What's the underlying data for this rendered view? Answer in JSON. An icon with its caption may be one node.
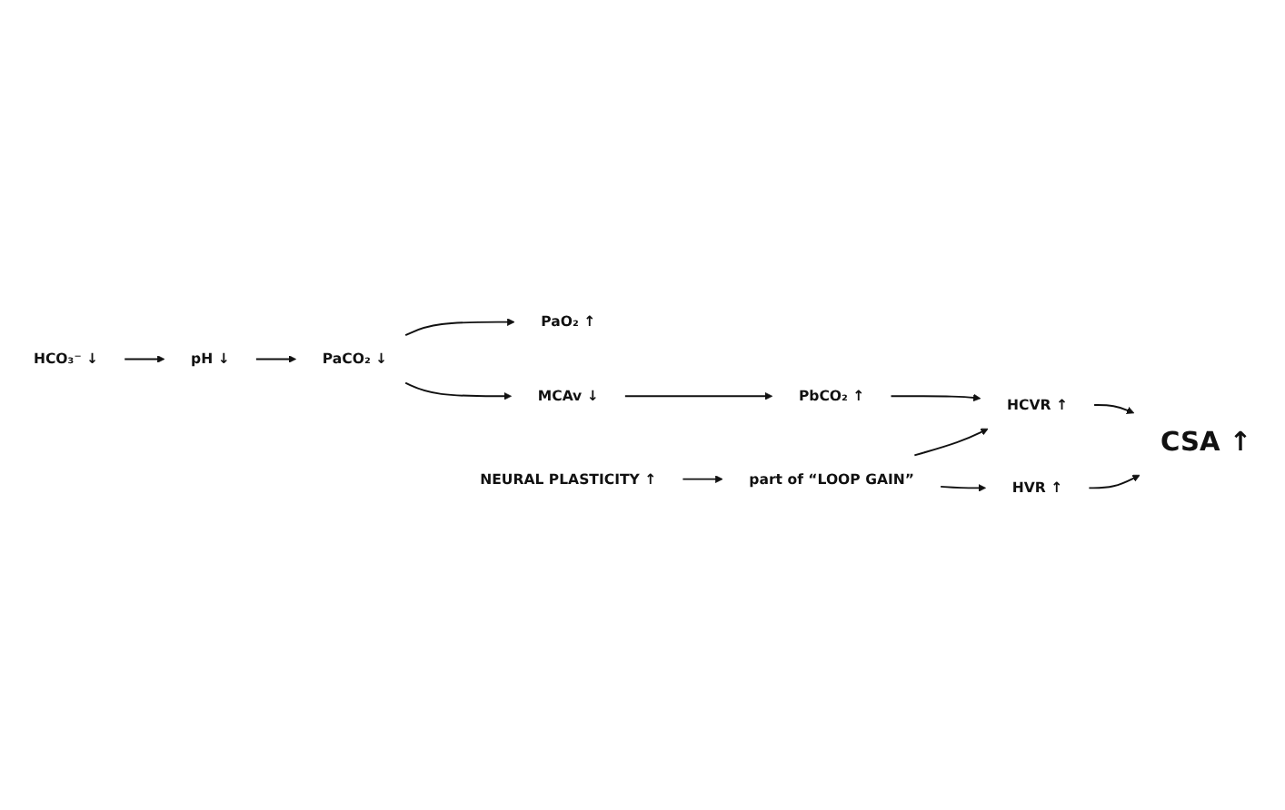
{
  "diagram": {
    "nodes": [
      {
        "text": [
          "HCO₃⁻ ↓"
        ]
      },
      {
        "text": [
          "pH ↓"
        ]
      },
      {
        "text": [
          "PaCO₂ ↓"
        ]
      },
      {
        "text": [
          "PaO₂ ↑"
        ]
      },
      {
        "text": [
          "MCAv ↓"
        ]
      },
      {
        "text": [
          "PbCO₂ ↑"
        ]
      },
      {
        "text": [
          "HCVR ↑"
        ]
      },
      {
        "text": [
          "NEURAL PLASTICITY ↑"
        ]
      },
      {
        "text": [
          "part of “LOOP GAIN”"
        ]
      },
      {
        "text": [
          "CSA ↑"
        ]
      },
      {
        "text": [
          "HVR ↑"
        ]
      }
    ],
    "edges": [
      {
        "from": 0,
        "to": 1,
        "arrow": "to"
      },
      {
        "from": 1,
        "to": 2,
        "arrow": "to"
      },
      {
        "from": 2,
        "to": 3,
        "arrow": "to"
      },
      {
        "from": 2,
        "to": 4,
        "arrow": "to"
      },
      {
        "from": 4,
        "to": 5,
        "arrow": "to"
      },
      {
        "from": 5,
        "to": 6,
        "arrow": "to"
      },
      {
        "from": 6,
        "to": 9,
        "arrow": "to"
      },
      {
        "from": 7,
        "to": 8,
        "arrow": "to"
      },
      {
        "from": 8,
        "to": 6,
        "arrow": "to"
      },
      {
        "from": 8,
        "to": 10,
        "arrow": "to"
      },
      {
        "from": 10,
        "to": 9,
        "arrow": "to"
      }
    ]
  }
}
